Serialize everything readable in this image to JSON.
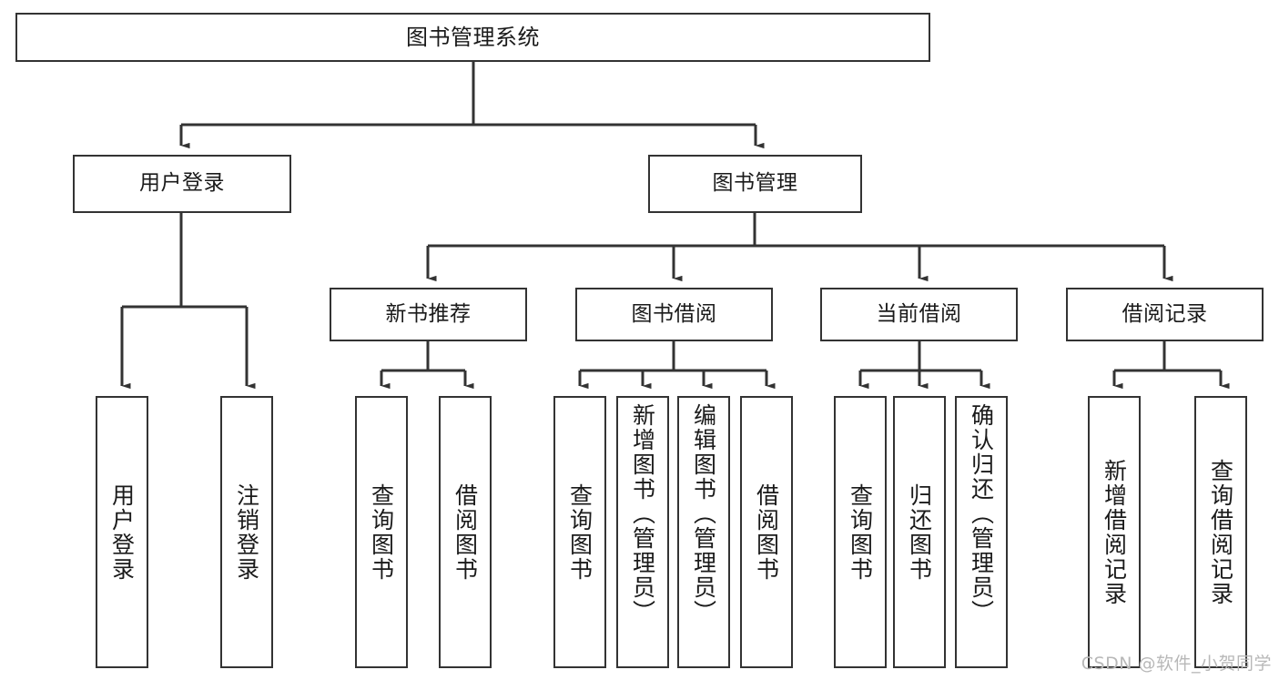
{
  "diagram": {
    "title": "图书管理系统",
    "type": "tree",
    "watermark": "CSDN @软件_小贺同学",
    "colors": {
      "stroke": "#333333",
      "fill": "#ffffff",
      "text": "#1a1a1a",
      "watermark": "#b8b8b8"
    },
    "levels": {
      "root": {
        "label": "图书管理系统"
      },
      "level2": [
        {
          "id": "user-login",
          "label": "用户登录"
        },
        {
          "id": "book-manage",
          "label": "图书管理"
        }
      ],
      "level3": [
        {
          "id": "new-book-rec",
          "label": "新书推荐",
          "parent": "book-manage"
        },
        {
          "id": "book-borrow",
          "label": "图书借阅",
          "parent": "book-manage"
        },
        {
          "id": "current-borrow",
          "label": "当前借阅",
          "parent": "book-manage"
        },
        {
          "id": "borrow-record",
          "label": "借阅记录",
          "parent": "book-manage"
        }
      ],
      "leaves": [
        {
          "id": "leaf-user-login",
          "label": "用户登录",
          "parent": "user-login"
        },
        {
          "id": "leaf-logout",
          "label": "注销登录",
          "parent": "user-login"
        },
        {
          "id": "leaf-rec-query-book",
          "label": "查询图书",
          "parent": "new-book-rec"
        },
        {
          "id": "leaf-rec-borrow-book",
          "label": "借阅图书",
          "parent": "new-book-rec"
        },
        {
          "id": "leaf-borrow-query-book",
          "label": "查询图书",
          "parent": "book-borrow"
        },
        {
          "id": "leaf-add-book",
          "label": "新增图书（管理员）",
          "parent": "book-borrow"
        },
        {
          "id": "leaf-edit-book",
          "label": "编辑图书（管理员）",
          "parent": "book-borrow"
        },
        {
          "id": "leaf-borrow-book",
          "label": "借阅图书",
          "parent": "book-borrow"
        },
        {
          "id": "leaf-cur-query-book",
          "label": "查询图书",
          "parent": "current-borrow"
        },
        {
          "id": "leaf-return-book",
          "label": "归还图书",
          "parent": "current-borrow"
        },
        {
          "id": "leaf-confirm-return",
          "label": "确认归还（管理员）",
          "parent": "current-borrow"
        },
        {
          "id": "leaf-add-record",
          "label": "新增借阅记录",
          "parent": "borrow-record"
        },
        {
          "id": "leaf-query-record",
          "label": "查询借阅记录",
          "parent": "borrow-record"
        }
      ]
    }
  }
}
